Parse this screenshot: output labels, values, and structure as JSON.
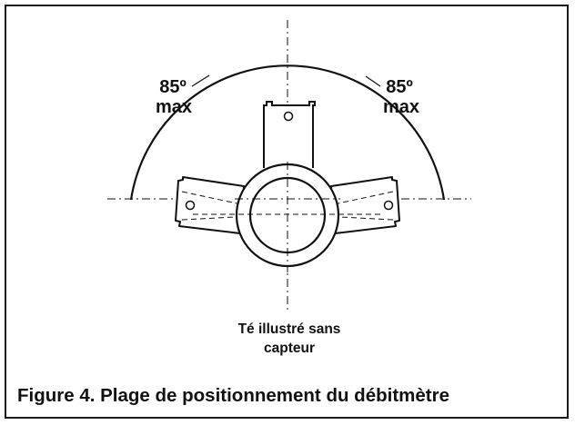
{
  "diagram": {
    "left_angle": "85º",
    "left_limit": "max",
    "right_angle": "85º",
    "right_limit": "max",
    "tee_note_line1": "Té illustré sans",
    "tee_note_line2": "capteur"
  },
  "caption": "Figure 4.  Plage de positionnement du débitmètre",
  "colors": {
    "ink": "#111111",
    "background": "#ffffff"
  }
}
